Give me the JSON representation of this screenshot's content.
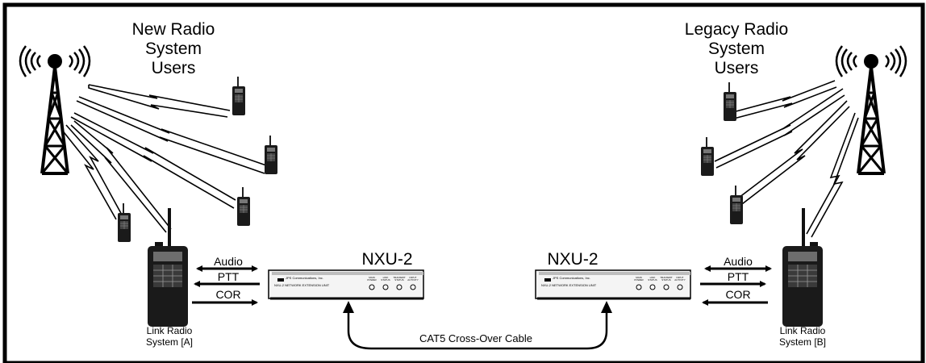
{
  "groups": {
    "new_users": "New Radio\nSystem\nUsers",
    "legacy_users": "Legacy Radio\nSystem\nUsers"
  },
  "link_radios": {
    "a": "Link Radio\nSystem [A]",
    "b": "Link Radio\nSystem [B]"
  },
  "devices": {
    "left": {
      "title": "NXU-2",
      "brand": "JPS Communications, Inc.",
      "subtitle": "NXU-2 NETWORK EXTENSION UNIT",
      "indicators": [
        "MAIN POWER",
        "LINK STATUS",
        "TRANSMIT STATUS",
        "INPUT ACTIVITY"
      ]
    },
    "right": {
      "title": "NXU-2",
      "brand": "JPS Communications, Inc.",
      "subtitle": "NXU-2 NETWORK EXTENSION UNIT",
      "indicators": [
        "MAIN POWER",
        "LINK STATUS",
        "TRANSMIT STATUS",
        "INPUT ACTIVITY"
      ]
    }
  },
  "signals": {
    "left": [
      "Audio",
      "PTT",
      "COR"
    ],
    "right": [
      "Audio",
      "PTT",
      "COR"
    ]
  },
  "cable_label": "CAT5 Cross-Over Cable",
  "colors": {
    "line": "#000000",
    "device_face": "#f4f4f4",
    "radio_body": "#1a1a1a"
  }
}
